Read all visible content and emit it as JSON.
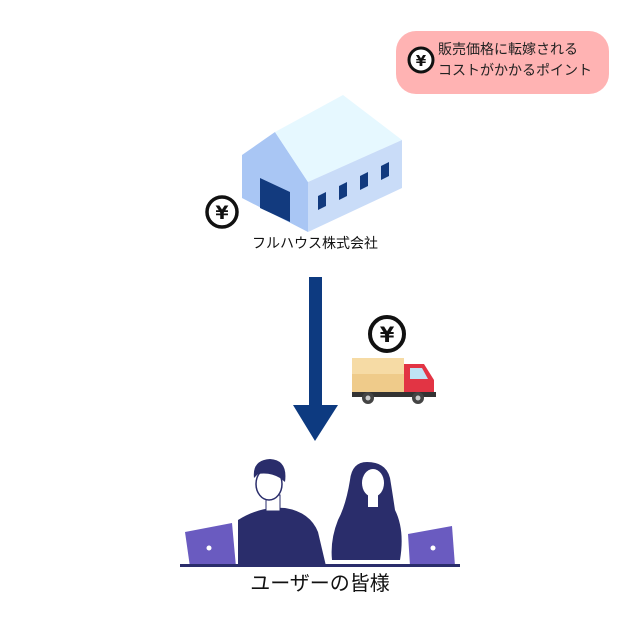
{
  "legend": {
    "icon": "yen-coin-icon",
    "line1": "販売価格に転嫁される",
    "line2": "コストがかかるポイント"
  },
  "warehouse": {
    "label": "フルハウス株式会社",
    "icon": "warehouse-icon"
  },
  "truck": {
    "icon": "truck-icon"
  },
  "users": {
    "label": "ユーザーの皆様"
  },
  "colors": {
    "legend_bg": "#ffb3b3",
    "arrow": "#0d3a80",
    "person": "#2a2d6b",
    "laptop": "#6a5bc0"
  }
}
